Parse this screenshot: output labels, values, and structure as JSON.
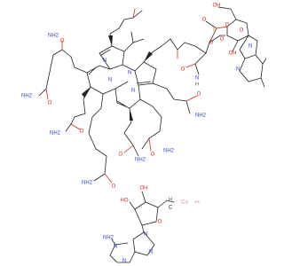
{
  "atoms": {
    "nh2_a": "NH2",
    "o_a": "O",
    "nh2_b": "NH2",
    "o_b": "O",
    "nh2_c": "NH2",
    "o_c": "O",
    "o_d": "O",
    "nh2_d": "NH2",
    "n_ring_1": "N",
    "n_ring_2": "N",
    "n_ring_3": "N",
    "n_ring_4": "N",
    "nh_amide": "N",
    "h_amide": "H",
    "o_amide": "O",
    "o_e": "O",
    "nh2_e": "NH2",
    "o_f": "O",
    "nh2_f": "NH2",
    "o_g": "O",
    "nh2_g": "NH2",
    "p_atom": "P",
    "o_p1": "O",
    "o_p2": "O",
    "o_p3": "O",
    "o_p4": "O",
    "o_sugar": "O",
    "oh_sugar": "OH",
    "ho_top": "OH",
    "n_benz_1": "N",
    "n_benz_2": "N",
    "ho_ado_1": "HO",
    "oh_ado_2": "OH",
    "ch2_c": "C",
    "ch2_h": "H",
    "co_atom": "Co",
    "co_charge": "++",
    "o_ado": "O",
    "n_ado_1": "N",
    "n_ado_2": "N",
    "n_ado_3": "N",
    "n_ado_4": "N",
    "nh2_ado": "NH2"
  }
}
